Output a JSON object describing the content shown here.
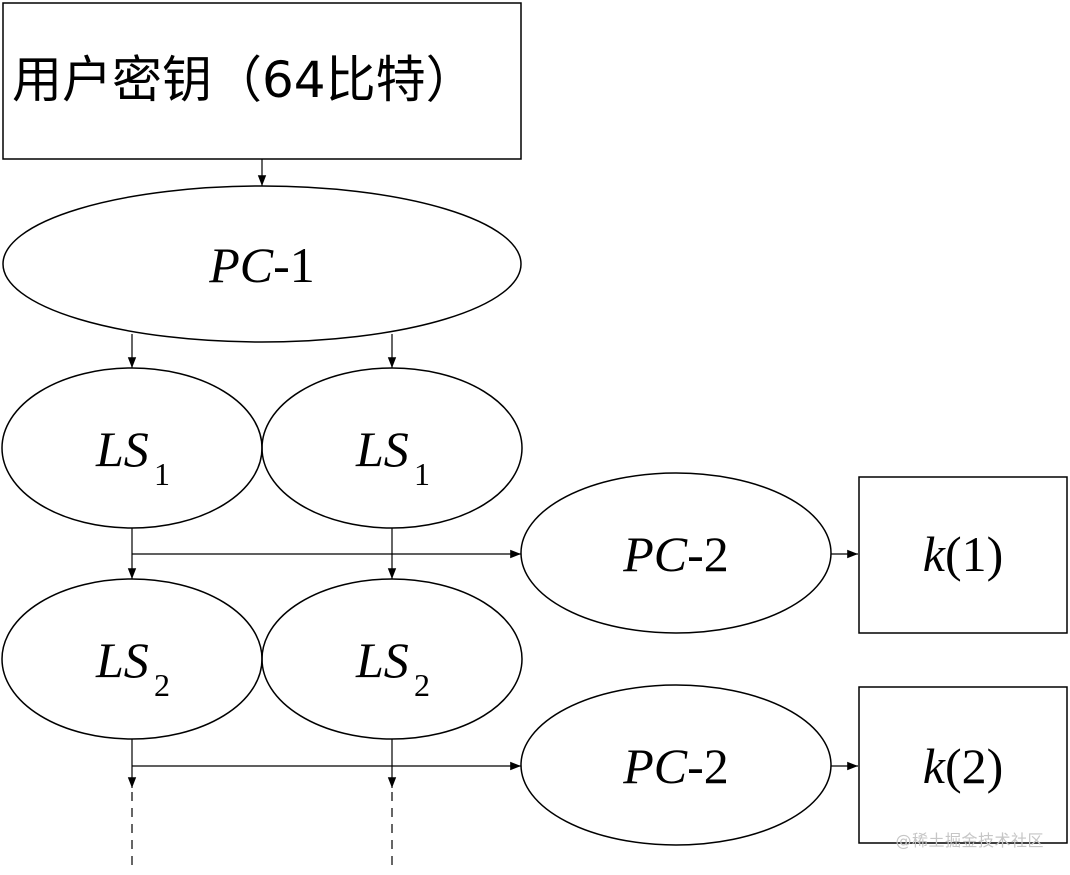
{
  "diagram": {
    "title_box": {
      "label": "用户密钥（64比特）"
    },
    "nodes": {
      "pc1": {
        "prefix": "PC",
        "suffix": "-1"
      },
      "ls1_left": {
        "base": "LS",
        "sub": "1"
      },
      "ls1_right": {
        "base": "LS",
        "sub": "1"
      },
      "ls2_left": {
        "base": "LS",
        "sub": "2"
      },
      "ls2_right": {
        "base": "LS",
        "sub": "2"
      },
      "pc2_a": {
        "prefix": "PC",
        "suffix": "-2"
      },
      "pc2_b": {
        "prefix": "PC",
        "suffix": "-2"
      },
      "k1": {
        "var": "k",
        "arg": "(1)"
      },
      "k2": {
        "var": "k",
        "arg": "(2)"
      }
    },
    "watermark": "@稀土掘金技术社区"
  },
  "colors": {
    "stroke": "#000000",
    "background": "#ffffff",
    "watermark": "#c6c6c6"
  }
}
